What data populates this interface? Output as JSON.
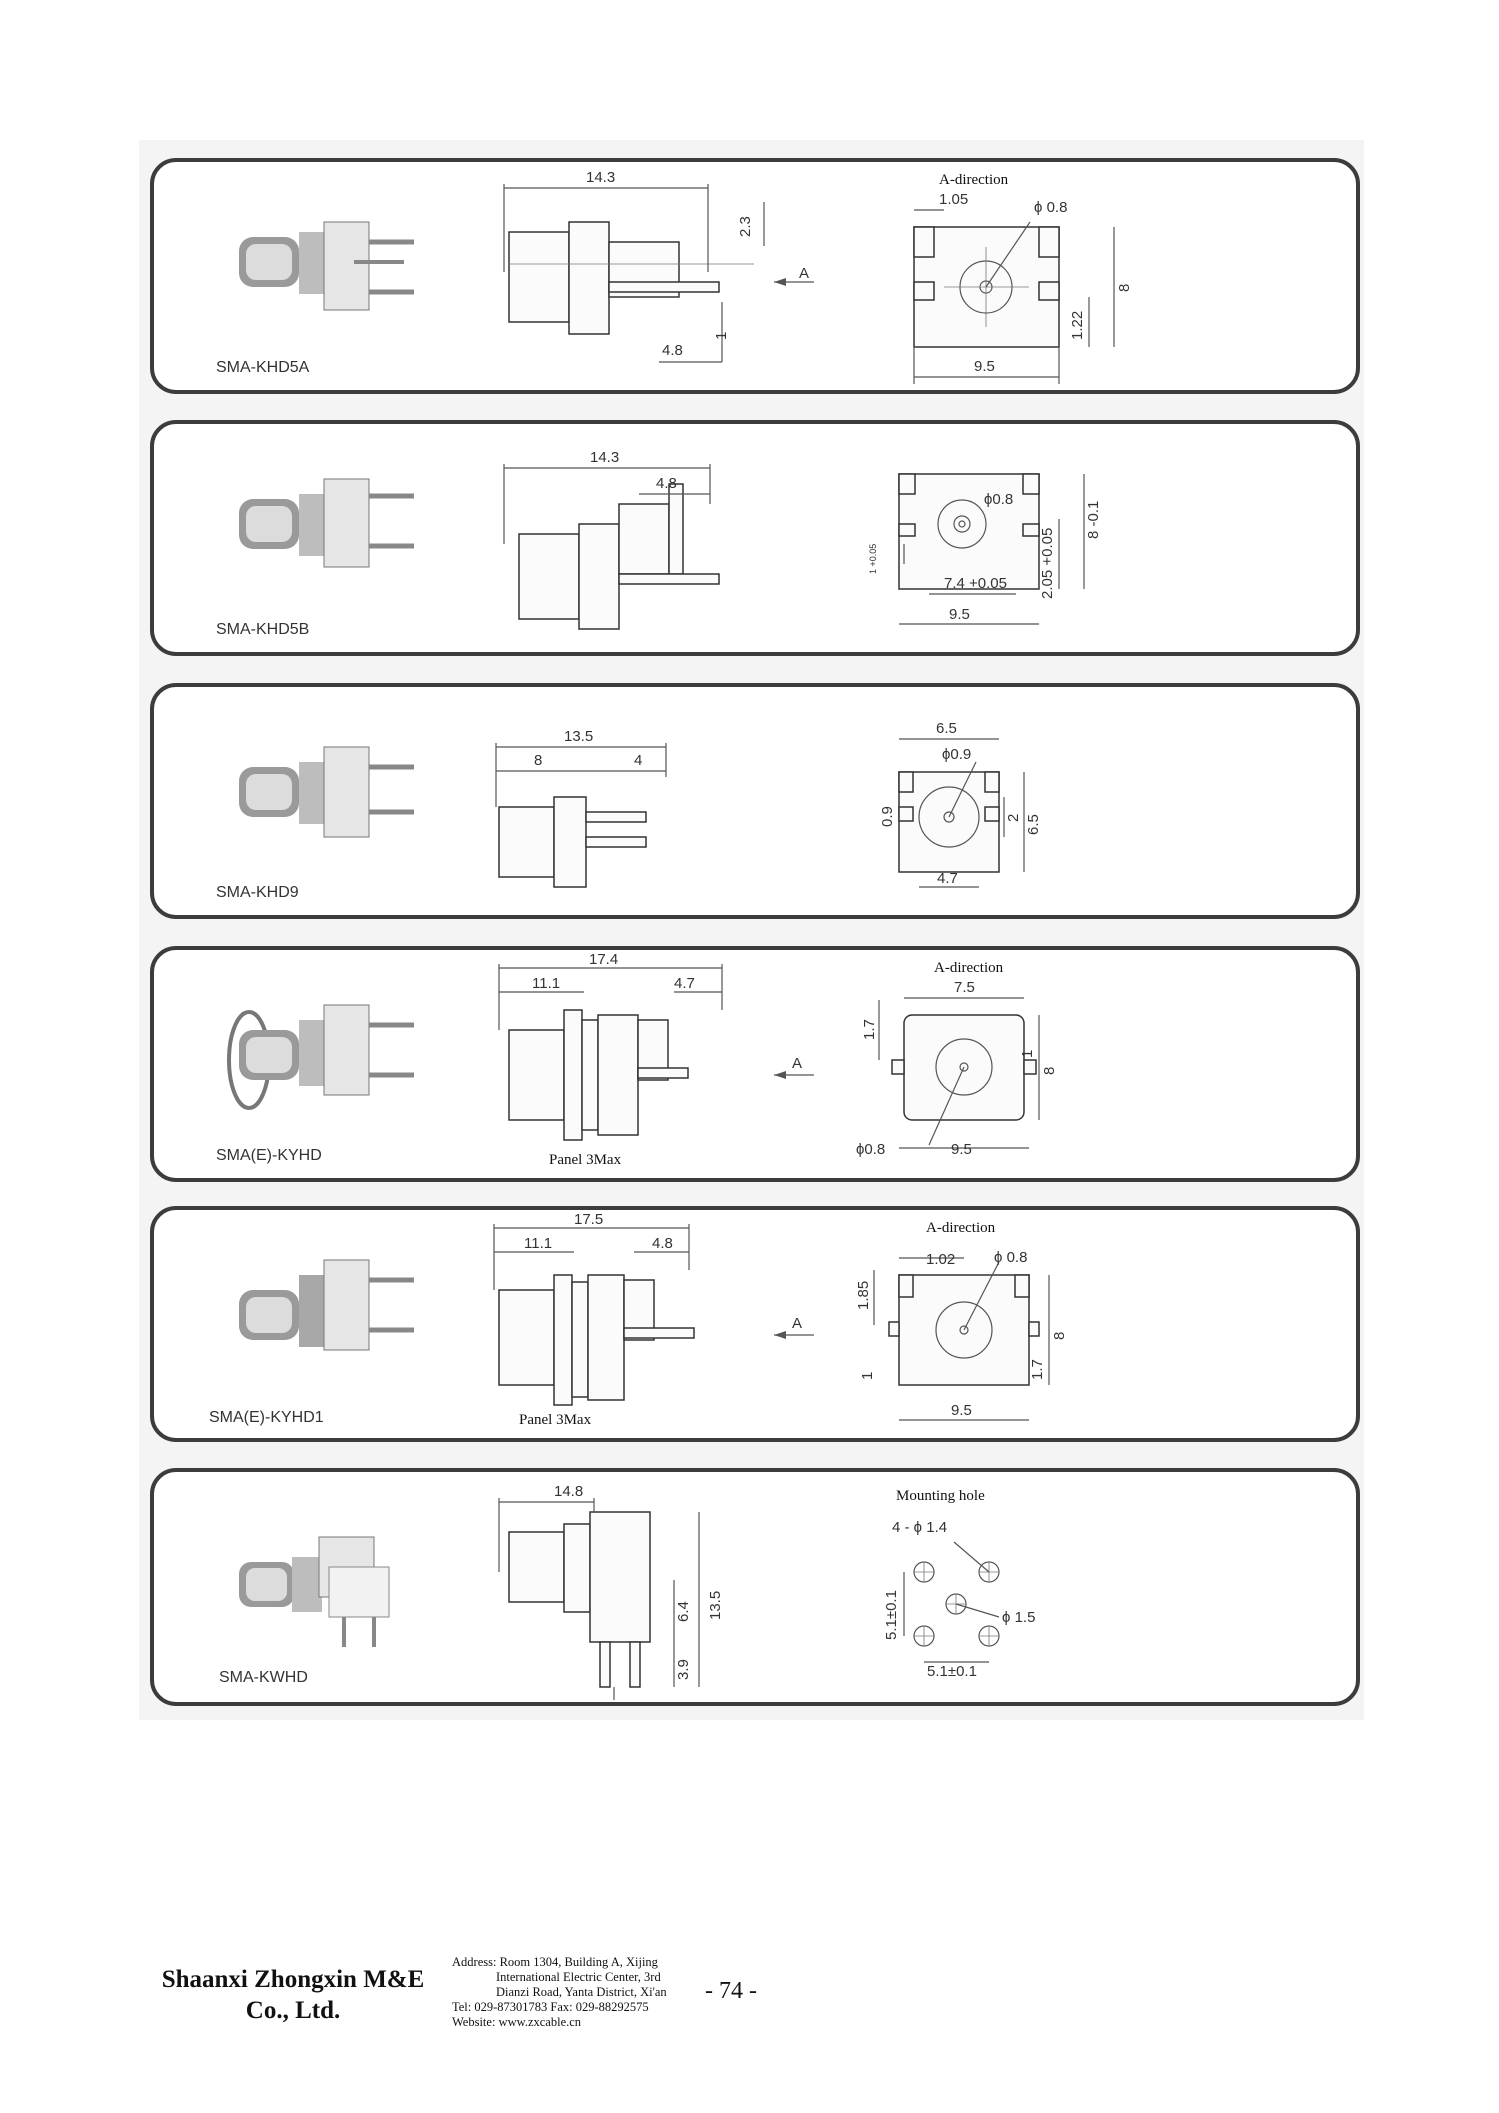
{
  "products": [
    {
      "model": "SMA-KHD5A",
      "side_dims": [
        "14.3",
        "2.3",
        "A",
        "4.8",
        "1"
      ],
      "front_title": "A-direction",
      "front_dims": [
        "1.05",
        "ϕ 0.8",
        "8",
        "1.22",
        "9.5"
      ]
    },
    {
      "model": "SMA-KHD5B",
      "side_dims": [
        "14.3",
        "4.8"
      ],
      "front_dims": [
        "ϕ0.8",
        "8 -0.1",
        "1 +0.05",
        "2.05 +0.05",
        "7.4 +0.05",
        "9.5"
      ]
    },
    {
      "model": "SMA-KHD9",
      "side_dims": [
        "13.5",
        "8",
        "4"
      ],
      "front_dims": [
        "6.5",
        "ϕ0.9",
        "0.9",
        "2",
        "6.5",
        "4.7"
      ]
    },
    {
      "model": "SMA(E)-KYHD",
      "side_dims": [
        "17.4",
        "11.1",
        "4.7",
        "A"
      ],
      "side_note": "Panel 3Max",
      "front_title": "A-direction",
      "front_dims": [
        "7.5",
        "1.7",
        "1",
        "8",
        "ϕ0.8",
        "9.5"
      ]
    },
    {
      "model": "SMA(E)-KYHD1",
      "side_dims": [
        "17.5",
        "11.1",
        "4.8",
        "A"
      ],
      "side_note": "Panel 3Max",
      "front_title": "A-direction",
      "front_dims": [
        "1.02",
        "ϕ 0.8",
        "1.85",
        "1",
        "1.7",
        "8",
        "9.5"
      ]
    },
    {
      "model": "SMA-KWHD",
      "side_dims": [
        "14.8",
        "6.4",
        "13.5",
        "3.9"
      ],
      "front_title": "Mounting hole",
      "front_dims": [
        "4 - ϕ 1.4",
        "ϕ 1.5",
        "5.1±0.1",
        "5.1±0.1"
      ]
    }
  ],
  "footer": {
    "company_line1": "Shaanxi Zhongxin M&E",
    "company_line2": "Co., Ltd.",
    "address_line1": "Address: Room 1304, Building A, Xijing",
    "address_line2": "International Electric Center, 3rd",
    "address_line3": "Dianzi Road, Yanta District, Xi'an",
    "contact_line": "Tel: 029-87301783    Fax: 029-88292575",
    "website_line": "Website: www.zxcable.cn",
    "page_number": "- 74 -"
  }
}
